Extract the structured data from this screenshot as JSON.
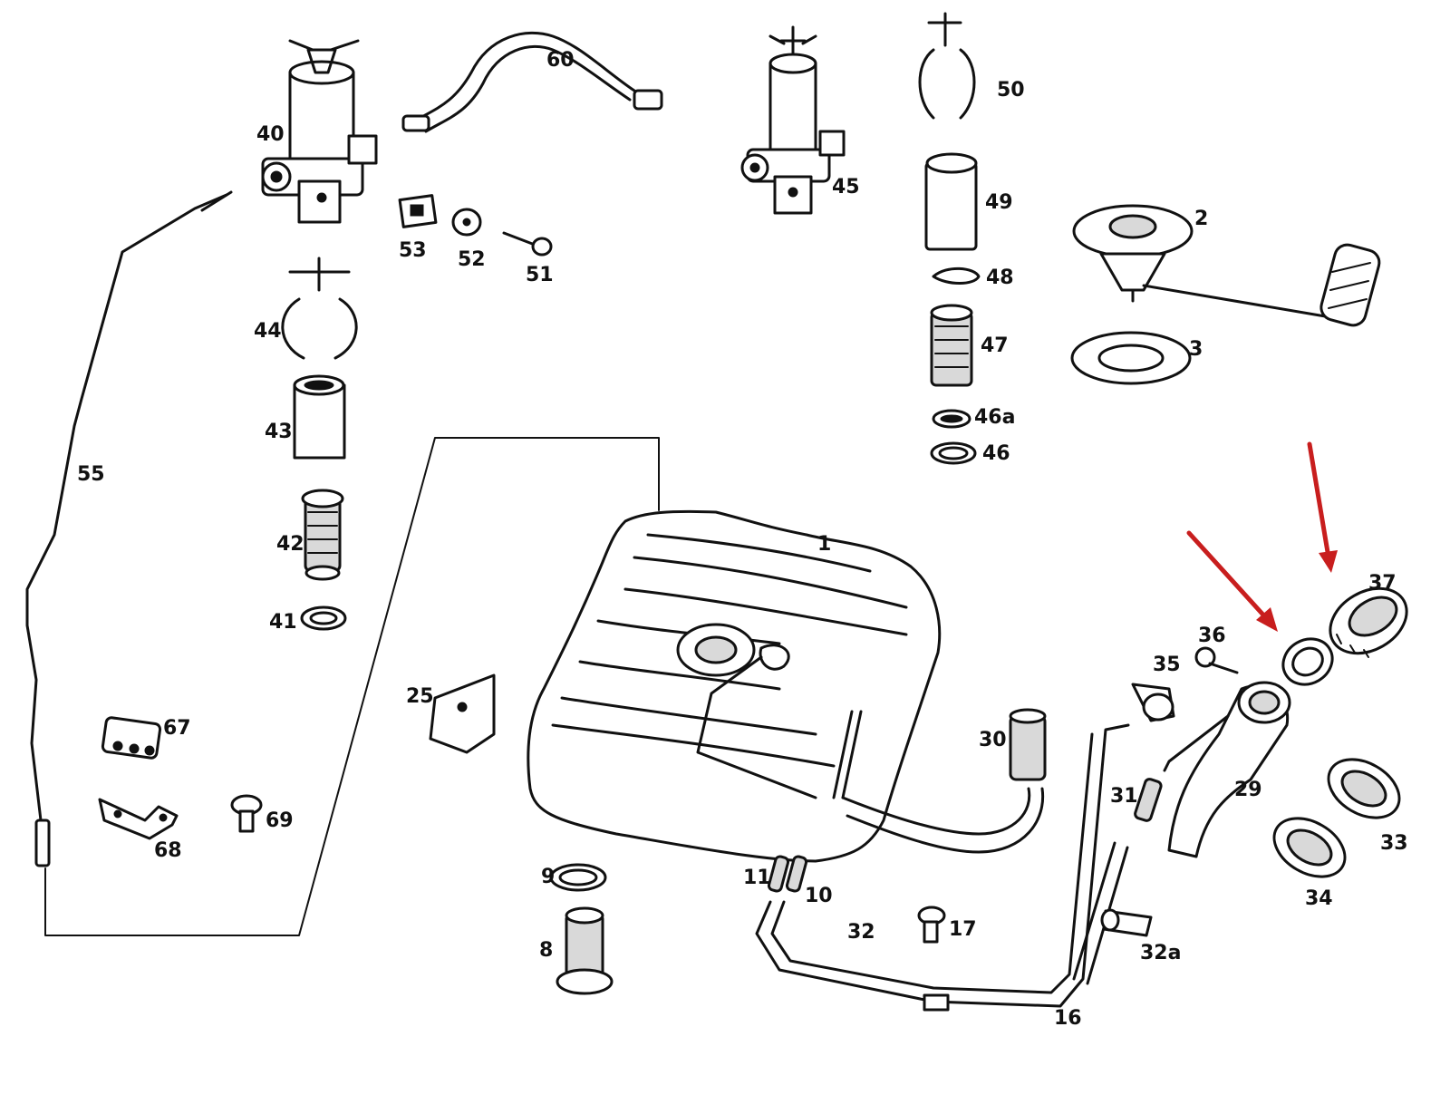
{
  "part_labels": {
    "p1": "1",
    "p2": "2",
    "p3": "3",
    "p8": "8",
    "p9": "9",
    "p10": "10",
    "p11": "11",
    "p16": "16",
    "p17": "17",
    "p25": "25",
    "p29": "29",
    "p30": "30",
    "p31": "31",
    "p32": "32",
    "p32a": "32a",
    "p33": "33",
    "p34": "34",
    "p35": "35",
    "p36": "36",
    "p37": "37",
    "p40": "40",
    "p41": "41",
    "p42": "42",
    "p43": "43",
    "p44": "44",
    "p45": "45",
    "p46": "46",
    "p46a": "46a",
    "p47": "47",
    "p48": "48",
    "p49": "49",
    "p50": "50",
    "p51": "51",
    "p52": "52",
    "p53": "53",
    "p55": "55",
    "p60": "60",
    "p67": "67",
    "p68": "68",
    "p69": "69"
  },
  "colors": {
    "line": "#111111",
    "arrow": "#c81e1e",
    "background": "#ffffff"
  },
  "annotations": {
    "arrow_count": 2,
    "arrow_targets": [
      "37",
      "gasket-ring"
    ]
  }
}
